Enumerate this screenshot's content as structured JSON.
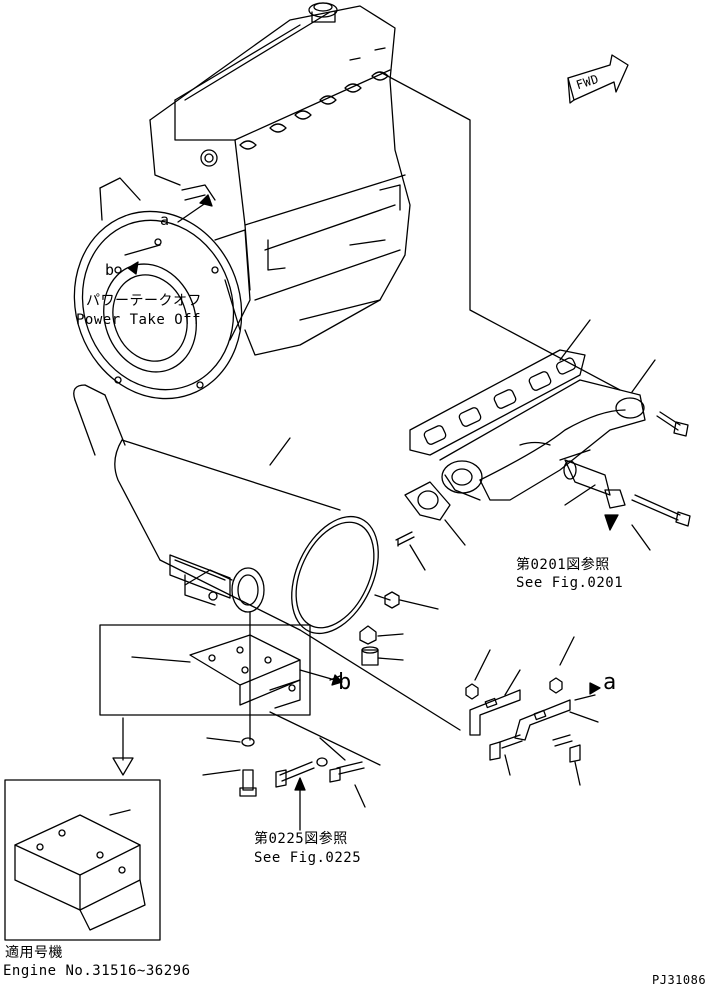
{
  "labels": {
    "pto_jp": "パワーテークオフ",
    "pto_en": "Power Take Off",
    "callout_a_left": "a",
    "callout_b_left": "b",
    "callout_a_right": "a",
    "callout_b_right": "b",
    "fwd": "FWD",
    "ref0201_jp": "第0201図参照",
    "ref0201_en": "See Fig.0201",
    "ref0225_jp": "第0225図参照",
    "ref0225_en": "See Fig.0225",
    "applicable_jp": "適用号機",
    "applicable_en": "Engine No.31516~36296",
    "drawing_id": "PJ31086"
  },
  "colors": {
    "ink": "#000000",
    "paper": "#ffffff"
  }
}
